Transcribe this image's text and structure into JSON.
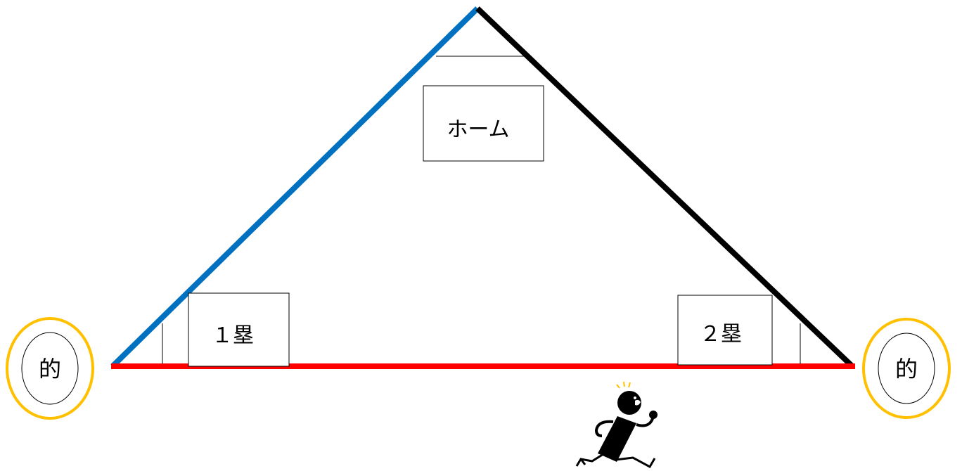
{
  "labels": {
    "home": "ホーム",
    "first_base": "１塁",
    "second_base": "２塁",
    "target_left": "的",
    "target_right": "的"
  },
  "figure": {
    "icon": "running-person-icon"
  },
  "colors": {
    "left_side": "#0070C0",
    "right_side": "#000000",
    "base_line": "#FF0000",
    "target_ring": "#FFC000",
    "background": "#FFFFFF"
  }
}
